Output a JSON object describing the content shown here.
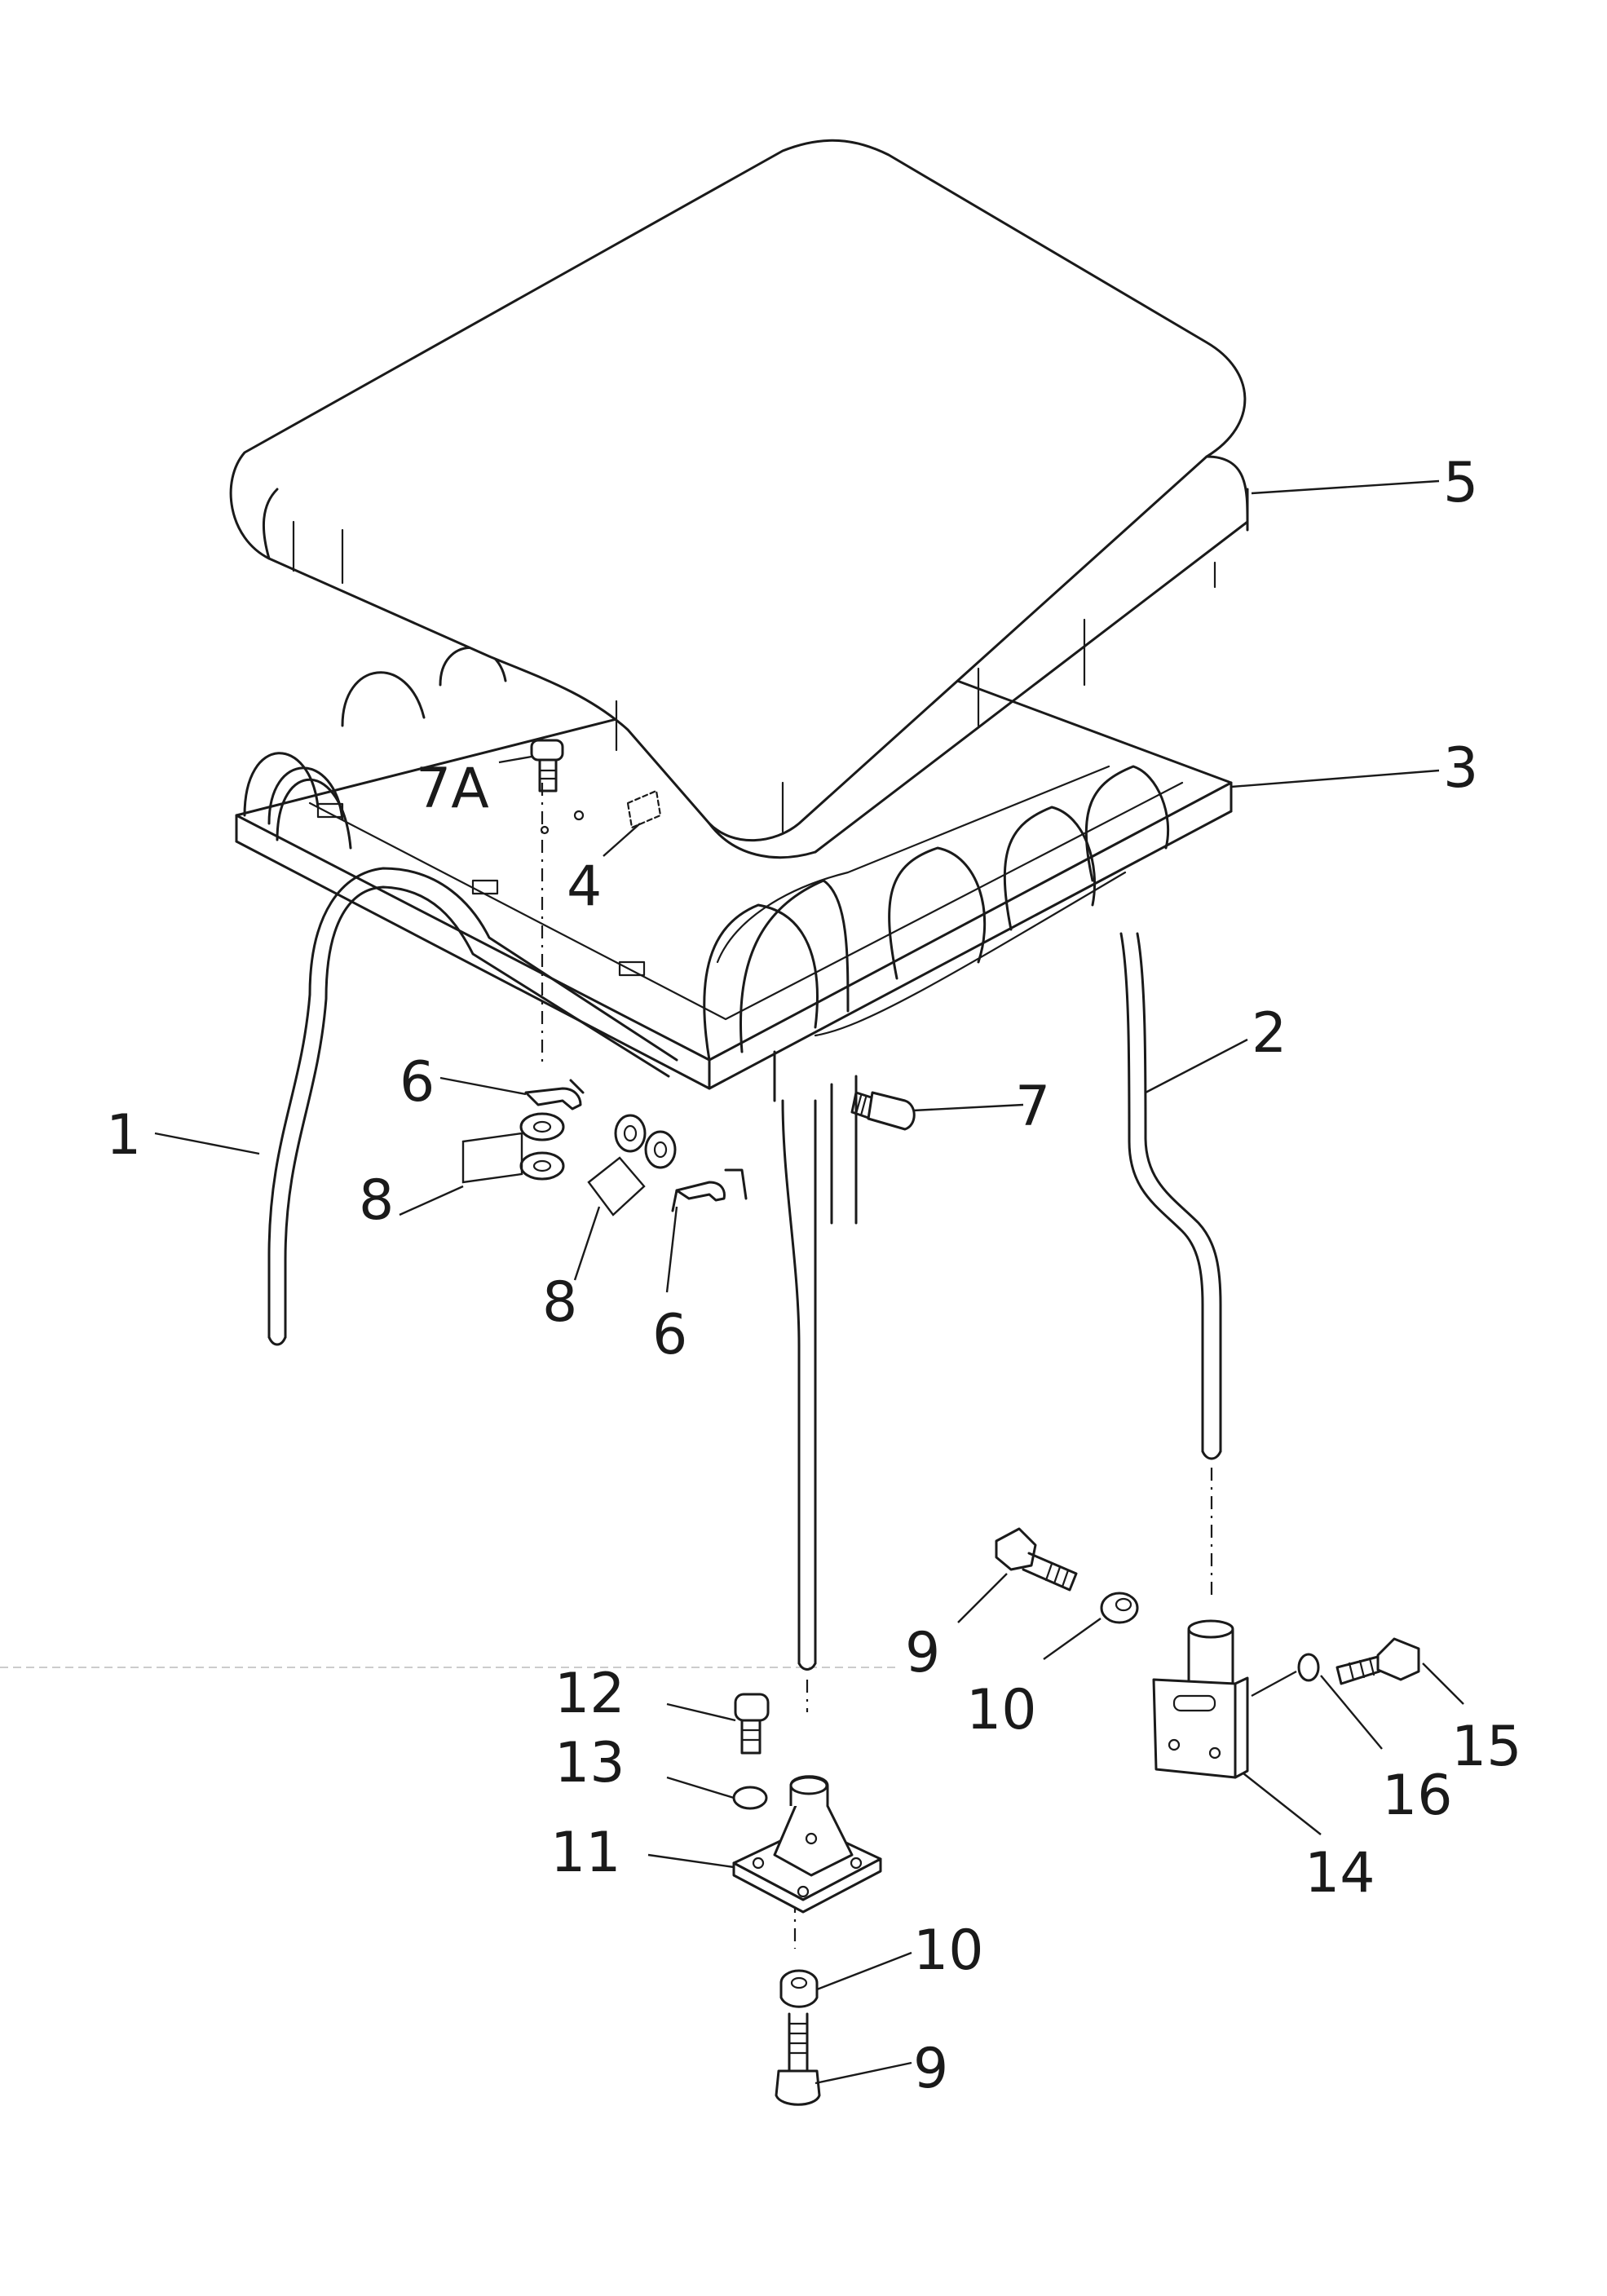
{
  "callouts": {
    "c1": "1",
    "c2": "2",
    "c3": "3",
    "c4": "4",
    "c5": "5",
    "c6a": "6",
    "c6b": "6",
    "c7": "7",
    "c7a": "7A",
    "c8a": "8",
    "c8b": "8",
    "c9a": "9",
    "c9b": "9",
    "c10a": "10",
    "c10b": "10",
    "c11": "11",
    "c12": "12",
    "c13": "13",
    "c14": "14",
    "c15": "15",
    "c16": "16"
  }
}
